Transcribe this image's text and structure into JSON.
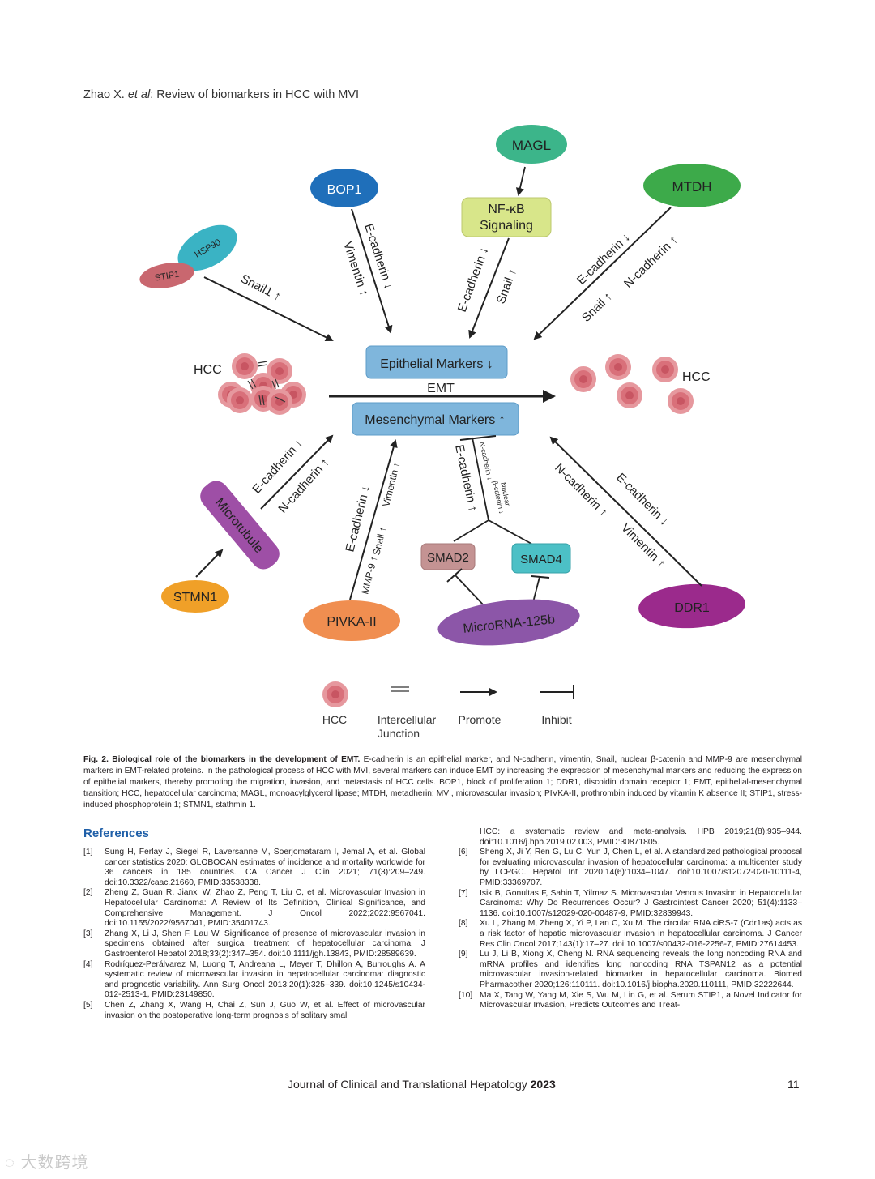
{
  "running_head": {
    "authors": "Zhao X. ",
    "etal": "et al",
    "title": ": Review of biomarkers in HCC with MVI"
  },
  "figure": {
    "nodes": {
      "magl": "MAGL",
      "nfkb_1": "NF-κB",
      "nfkb_2": "Signaling",
      "bop1": "BOP1",
      "mtdh": "MTDH",
      "hsp90": "HSP90",
      "stip1": "STIP1",
      "epithelial": "Epithelial Markers",
      "mesenchymal": "Mesenchymal Markers",
      "emt": "EMT",
      "hcc_left": "HCC",
      "hcc_right": "HCC",
      "microtubule": "Microtubule",
      "stmn1": "STMN1",
      "pivka": "PIVKA-II",
      "smad2": "SMAD2",
      "smad4": "SMAD4",
      "mirna": "MicroRNA-125b",
      "ddr1": "DDR1"
    },
    "arrow_labels": {
      "snail1": "Snail1 ↑",
      "bop1_ecad": "E-cadherin ↓",
      "bop1_vim": "Vimentin ↑",
      "nfkb_ecad": "E-cadherin ↓",
      "nfkb_snail": "Snail ↑",
      "mtdh_ecad": "E-cadherin ↓",
      "mtdh_ncad": "N-cadherin ↑",
      "mtdh_snail": "Snail ↑",
      "mt_ecad": "E-cadherin ↓",
      "mt_ncad": "N-cadherin ↑",
      "pv_ecad": "E-cadherin ↓",
      "pv_snail": "Snail ↑",
      "pv_vim": "Vimentin ↑",
      "pv_mmp": "MMP-9 ↑",
      "smad_ecad": "E-cadherin ↑",
      "smad_ncad": "N-cadherin ↓",
      "smad_bcat": "β-catenin ↓",
      "smad_nuclear": "Nuclear",
      "ddr_ncad": "N-cadherin ↑",
      "ddr_vim": "Vimentin ↑",
      "ddr_ecad": "E-cadherin ↓"
    },
    "legend": {
      "hcc": "HCC",
      "junction_1": "Intercellular",
      "junction_2": "Junction",
      "promote": "Promote",
      "inhibit": "Inhibit"
    },
    "colors": {
      "magl": "#3cb58a",
      "nfkb": "#d8e68a",
      "bop1": "#1f6fba",
      "mtdh": "#3daa4a",
      "hsp90": "#3ab3c4",
      "stip1": "#c9676f",
      "markers": "#7fb6dc",
      "microtubule": "#9e4fa6",
      "stmn1": "#f0a028",
      "pivka": "#f08e50",
      "smad2": "#c49393",
      "smad4": "#4cc0c6",
      "mirna": "#8c56a8",
      "ddr1": "#9b2a8c",
      "cell": "#d9707a"
    }
  },
  "caption": {
    "label": "Fig. 2.  Biological role of the biomarkers in the development of EMT.",
    "text": " E-cadherin is an epithelial marker, and N-cadherin, vimentin, Snail, nuclear β-catenin and MMP-9 are mesenchymal markers in EMT-related proteins. In the pathological process of HCC with MVI, several markers can induce EMT by increasing the expression of mesenchymal markers and reducing the expression of epithelial markers, thereby promoting the migration, invasion, and metastasis of HCC cells. BOP1, block of proliferation 1; DDR1, discoidin domain receptor 1; EMT, epithelial-mesenchymal transition; HCC, hepatocellular carcinoma; MAGL, monoacylglycerol lipase; MTDH, metadherin; MVI, microvascular invasion; PIVKA-II, prothrombin induced by vitamin K absence II; STIP1, stress-induced phosphoprotein 1; STMN1, stathmin 1."
  },
  "references": {
    "title": "References",
    "left": [
      {
        "num": "[1]",
        "text": "Sung H, Ferlay J, Siegel R, Laversanne M, Soerjomataram I, Jemal A, et al. Global cancer statistics 2020: GLOBOCAN estimates of incidence and mortality worldwide for 36 cancers in 185 countries. CA Cancer J Clin 2021; 71(3):209–249. doi:10.3322/caac.21660, PMID:33538338."
      },
      {
        "num": "[2]",
        "text": "Zheng Z, Guan R, Jianxi W, Zhao Z, Peng T, Liu C, et al. Microvascular Invasion in Hepatocellular Carcinoma: A Review of Its Definition, Clinical Significance, and Comprehensive Management. J Oncol 2022;2022:9567041. doi:10.1155/2022/9567041, PMID:35401743."
      },
      {
        "num": "[3]",
        "text": "Zhang X, Li J, Shen F, Lau W. Significance of presence of microvascular invasion in specimens obtained after surgical treatment of hepatocellular carcinoma. J Gastroenterol Hepatol 2018;33(2):347–354. doi:10.1111/jgh.13843, PMID:28589639."
      },
      {
        "num": "[4]",
        "text": "Rodríguez-Perálvarez M, Luong T, Andreana L, Meyer T, Dhillon A, Burroughs A. A systematic review of microvascular invasion in hepatocellular carcinoma: diagnostic and prognostic variability. Ann Surg Oncol 2013;20(1):325–339. doi:10.1245/s10434-012-2513-1, PMID:23149850."
      },
      {
        "num": "[5]",
        "text": "Chen Z, Zhang X, Wang H, Chai Z, Sun J, Guo W, et al. Effect of microvascular invasion on the postoperative long-term prognosis of solitary small"
      }
    ],
    "right_continuation": "HCC: a systematic review and meta-analysis. HPB 2019;21(8):935–944. doi:10.1016/j.hpb.2019.02.003, PMID:30871805.",
    "right": [
      {
        "num": "[6]",
        "text": "Sheng X, Ji Y, Ren G, Lu C, Yun J, Chen L, et al. A standardized pathological proposal for evaluating microvascular invasion of hepatocellular carcinoma: a multicenter study by LCPGC. Hepatol Int 2020;14(6):1034–1047. doi:10.1007/s12072-020-10111-4, PMID:33369707."
      },
      {
        "num": "[7]",
        "text": "Isik B, Gonultas F, Sahin T, Yilmaz S. Microvascular Venous Invasion in Hepatocellular Carcinoma: Why Do Recurrences Occur? J Gastrointest Cancer 2020; 51(4):1133–1136. doi:10.1007/s12029-020-00487-9, PMID:32839943."
      },
      {
        "num": "[8]",
        "text": "Xu L, Zhang M, Zheng X, Yi P, Lan C, Xu M. The circular RNA ciRS-7 (Cdr1as) acts as a risk factor of hepatic microvascular invasion in hepatocellular carcinoma. J Cancer Res Clin Oncol 2017;143(1):17–27. doi:10.1007/s00432-016-2256-7, PMID:27614453."
      },
      {
        "num": "[9]",
        "text": "Lu J, Li B, Xiong X, Cheng N. RNA sequencing reveals the long noncoding RNA and mRNA profiles and identifies long noncoding RNA TSPAN12 as a potential microvascular invasion-related biomarker in hepatocellular carcinoma. Biomed Pharmacother 2020;126:110111. doi:10.1016/j.biopha.2020.110111, PMID:32222644."
      },
      {
        "num": "[10]",
        "text": "Ma X, Tang W, Yang M, Xie S, Wu M, Lin G, et al. Serum STIP1, a Novel Indicator for Microvascular Invasion, Predicts Outcomes and Treat-"
      }
    ]
  },
  "footer": {
    "journal": "Journal of Clinical and Translational Hepatology ",
    "year": "2023",
    "page": "11"
  },
  "watermark": "大数跨境"
}
